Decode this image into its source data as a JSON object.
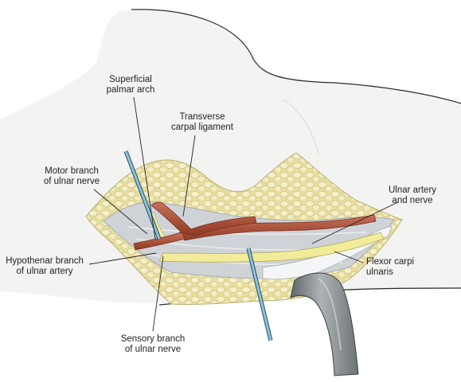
{
  "labels": {
    "superficial_palmar_arch": "Superficial\npalmar arch",
    "transverse_carpal_ligament": "Transverse\ncarpal ligament",
    "motor_branch": "Motor branch\nof ulnar nerve",
    "ulnar_artery_nerve": "Ulnar artery\nand nerve",
    "hypothenar_branch": "Hypothenar branch\nof ulnar artery",
    "flexor_carpi_ulnaris": "Flexor carpi\nulnaris",
    "sensory_branch": "Sensory branch\nof ulnar nerve"
  },
  "colors": {
    "skin": "#f3f3f1",
    "skin_outline": "#2a2a2a",
    "fat": "#ece5b0",
    "fat_globule": "#f4efc8",
    "tissue_gray": "#cfd3d8",
    "artery": "#b4563c",
    "artery_dark": "#7a2f1d",
    "nerve": "#f2ec9a",
    "vessel_loop": "#8cc4df",
    "retractor": "#7d8488",
    "retractor_light": "#b8bdc0",
    "leader": "#222222"
  }
}
